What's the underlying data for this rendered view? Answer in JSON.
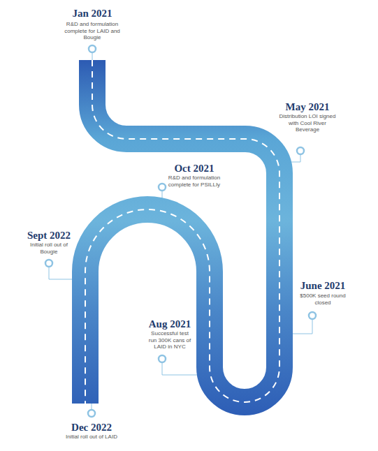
{
  "diagram": {
    "labels": [
      "Jan 2021",
      "R&D and formulation complete for LAID and Bougie",
      "May 2021",
      "Distribution LOI signed with Cool River Beverage",
      "June 2021",
      "$500K seed round closed",
      "Aug 2021",
      "Successful test run 300K cans of LAID in NYC",
      "Oct 2021",
      "R&D and formulation complete for PSILLIy",
      "Sept 2022",
      "Initial roll out of Bougie",
      "Dec 2022",
      "Initial roll out of LAID"
    ]
  }
}
